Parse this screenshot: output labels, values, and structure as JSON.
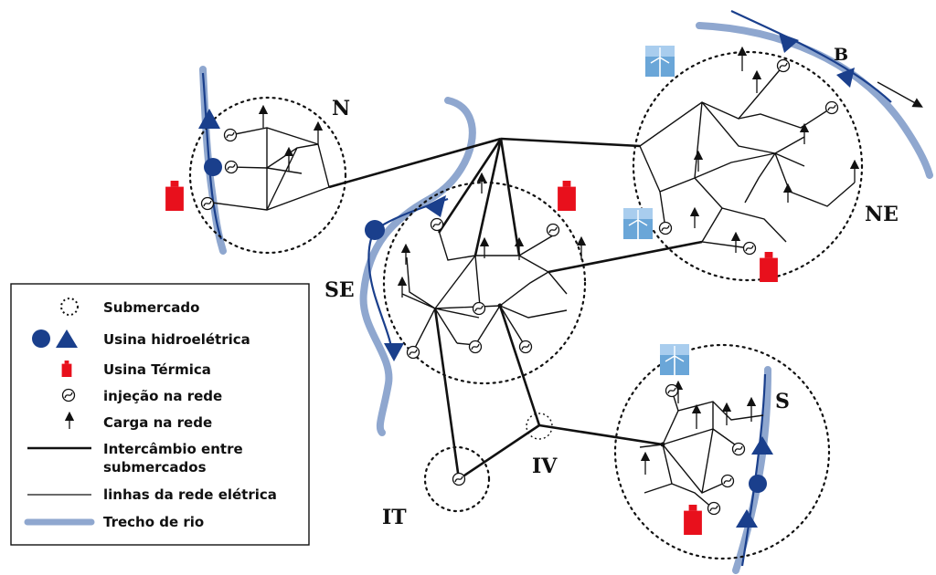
{
  "regions": {
    "n": "N",
    "se": "SE",
    "ne": "NE",
    "s": "S",
    "it": "IT",
    "iv": "IV",
    "b": "B"
  },
  "legend": {
    "submercado": "Submercado",
    "hidro": "Usina hidroelétrica",
    "termica": "Usina Térmica",
    "injecao": "injeção na rede",
    "carga": "Carga na rede",
    "intercambio_1": "Intercâmbio entre",
    "intercambio_2": "submercados",
    "linhas": "linhas da rede elétrica",
    "rio": "Trecho de rio"
  },
  "colors": {
    "hydro": "#1a3f8c",
    "thermal": "#e8101c",
    "river": "#8fa7cf",
    "wind_bg": "#6aa6d8"
  },
  "icons": [
    "submarket-circle",
    "hydro-plant",
    "thermal-plant",
    "injection-node",
    "load-arrow",
    "wind-turbine"
  ]
}
